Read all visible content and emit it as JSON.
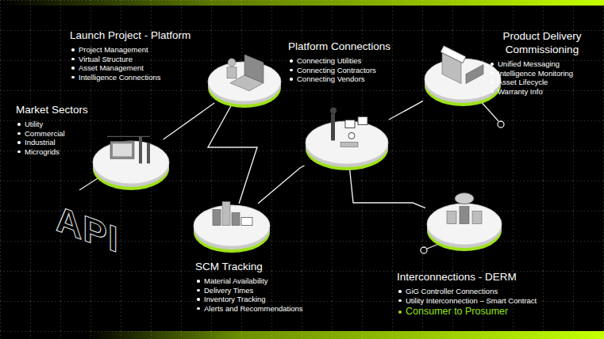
{
  "diagram": {
    "nodes": [
      {
        "text": [
          "Launch Project - Platform",
          "Project Management",
          "Virtual Structure",
          "Asset Management",
          "Intelligence Connections"
        ]
      },
      {
        "text": [
          "Platform Connections",
          "Connecting Utilities",
          "Connecting Contractors",
          "Connecting Vendors"
        ]
      },
      {
        "text": [
          "Product Delivery Commissioning",
          "Unified Messaging",
          "Intelligence Monitoring",
          "Asset Lifecycle",
          "Warranty Info"
        ]
      },
      {
        "text": [
          "Market Sectors",
          "Utility",
          "Commercial",
          "Industrial",
          "Microgrids"
        ]
      },
      {
        "text": [
          "SCM Tracking",
          "Material Availability",
          "Delivery Times",
          "Inventory Tracking",
          "Alerts and Recommendations"
        ]
      },
      {
        "text": [
          "Interconnections - DERM",
          "GiG Controller Connections",
          "Utility Interconnection – Smart Contract",
          "Consumer to Prosumer"
        ]
      }
    ],
    "edges": [
      {
        "from": 3,
        "to": 0,
        "arrow": "none"
      },
      {
        "from": 0,
        "to": 4,
        "arrow": "none"
      },
      {
        "from": 4,
        "to": 1,
        "arrow": "none"
      },
      {
        "from": 1,
        "to": 2,
        "arrow": "none"
      },
      {
        "from": 1,
        "to": 5,
        "arrow": "none"
      }
    ],
    "labels": [
      "API"
    ]
  }
}
